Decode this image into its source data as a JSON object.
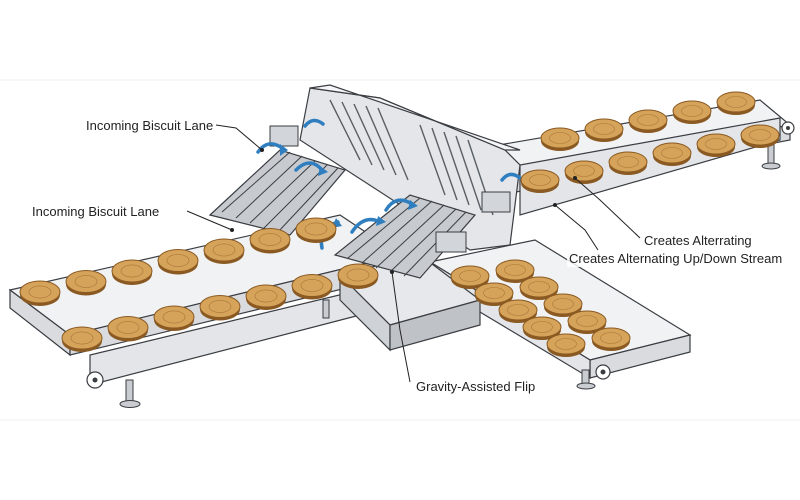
{
  "colors": {
    "frame": "#d9dbdf",
    "frame_dark": "#9ea3aa",
    "belt": "#f1f2f4",
    "biscuit": "#d6a35a",
    "biscuit_edge": "#8a5a22",
    "arrow": "#2f7fc0",
    "outline": "#3a3d42"
  },
  "icons": [
    "biscuit-icon",
    "flip-arrow-icon",
    "support-leg-icon",
    "end-roller-icon"
  ],
  "callouts": {
    "incoming_top": "Incoming Biscuit Lane",
    "incoming_left": "Incoming Biscuit Lane",
    "creates_a": "Creates Alterrating",
    "creates_b": "Creates Alternating Up/Down Stream",
    "gravity_flip": "Gravity-Assisted Flip"
  }
}
